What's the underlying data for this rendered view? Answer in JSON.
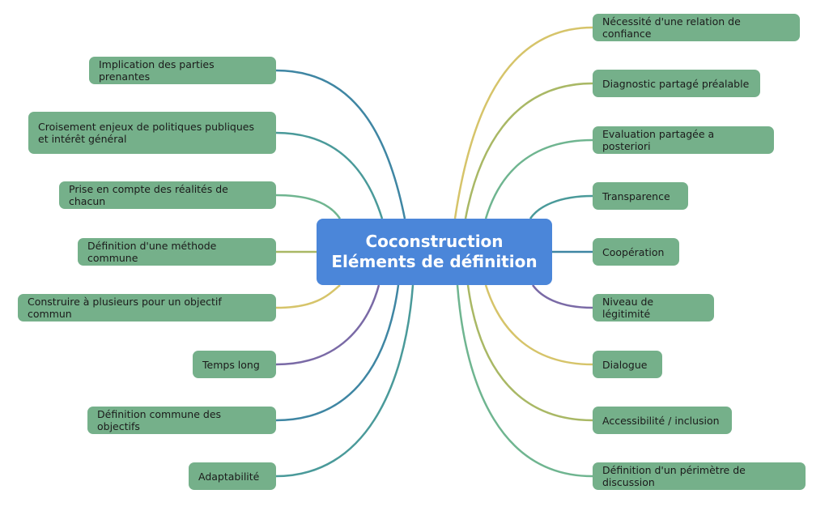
{
  "center": {
    "line1": "Coconstruction",
    "line2": "Eléments de définition"
  },
  "left": [
    "Implication des parties prenantes",
    "Croisement enjeux de politiques publiques et intérêt général",
    "Prise en compte des réalités de chacun",
    "Définition d'une méthode commune",
    "Construire à plusieurs pour un objectif commun",
    "Temps long",
    "Définition commune des objectifs",
    "Adaptabilité"
  ],
  "right": [
    "Nécessité d'une relation de confiance",
    "Diagnostic partagé préalable",
    "Evaluation partagée a posteriori",
    "Transparence",
    "Coopération",
    "Niveau de légitimité",
    "Dialogue",
    "Accessibilité / inclusion",
    "Définition d'un périmètre de discussion"
  ],
  "colors": {
    "node": "#75b08a",
    "center": "#4b86d9",
    "teal": "#4a9a9a",
    "yellow": "#d6c46a",
    "olive": "#a9b865",
    "green": "#6fb590",
    "purple": "#7a6aa6",
    "blue": "#3f86a3"
  }
}
